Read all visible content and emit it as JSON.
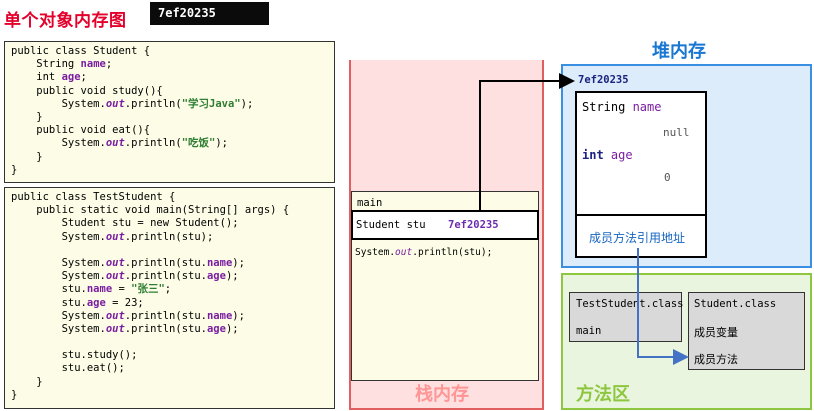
{
  "title": "单个对象内存图",
  "object_address": "7ef20235",
  "student_code": [
    [
      {
        "t": "public class Student {",
        "c": ""
      }
    ],
    [
      {
        "t": "    String ",
        "c": ""
      },
      {
        "t": "name",
        "c": "fld"
      },
      {
        "t": ";",
        "c": ""
      }
    ],
    [
      {
        "t": "    int ",
        "c": ""
      },
      {
        "t": "age",
        "c": "fld"
      },
      {
        "t": ";",
        "c": ""
      }
    ],
    [
      {
        "t": "    public void study(){",
        "c": ""
      }
    ],
    [
      {
        "t": "        System.",
        "c": ""
      },
      {
        "t": "out",
        "c": "it"
      },
      {
        "t": ".println(",
        "c": ""
      },
      {
        "t": "\"学习Java\"",
        "c": "str"
      },
      {
        "t": ");",
        "c": ""
      }
    ],
    [
      {
        "t": "    }",
        "c": ""
      }
    ],
    [
      {
        "t": "    public void eat(){",
        "c": ""
      }
    ],
    [
      {
        "t": "        System.",
        "c": ""
      },
      {
        "t": "out",
        "c": "it"
      },
      {
        "t": ".println(",
        "c": ""
      },
      {
        "t": "\"吃饭\"",
        "c": "str"
      },
      {
        "t": ");",
        "c": ""
      }
    ],
    [
      {
        "t": "    }",
        "c": ""
      }
    ],
    [
      {
        "t": "}",
        "c": ""
      }
    ]
  ],
  "test_code": [
    [
      {
        "t": "public class TestStudent {",
        "c": ""
      }
    ],
    [
      {
        "t": "    public static void main(String[] args) {",
        "c": ""
      }
    ],
    [
      {
        "t": "        Student stu = new Student();",
        "c": ""
      }
    ],
    [
      {
        "t": "        System.",
        "c": ""
      },
      {
        "t": "out",
        "c": "it"
      },
      {
        "t": ".println(stu);",
        "c": ""
      }
    ],
    [
      {
        "t": "",
        "c": ""
      }
    ],
    [
      {
        "t": "        System.",
        "c": ""
      },
      {
        "t": "out",
        "c": "it"
      },
      {
        "t": ".println(stu.",
        "c": ""
      },
      {
        "t": "name",
        "c": "fld"
      },
      {
        "t": ");",
        "c": ""
      }
    ],
    [
      {
        "t": "        System.",
        "c": ""
      },
      {
        "t": "out",
        "c": "it"
      },
      {
        "t": ".println(stu.",
        "c": ""
      },
      {
        "t": "age",
        "c": "fld"
      },
      {
        "t": ");",
        "c": ""
      }
    ],
    [
      {
        "t": "        stu.",
        "c": ""
      },
      {
        "t": "name",
        "c": "fld"
      },
      {
        "t": " = ",
        "c": ""
      },
      {
        "t": "\"张三\"",
        "c": "str"
      },
      {
        "t": ";",
        "c": ""
      }
    ],
    [
      {
        "t": "        stu.",
        "c": ""
      },
      {
        "t": "age",
        "c": "fld"
      },
      {
        "t": " = 23;",
        "c": ""
      }
    ],
    [
      {
        "t": "        System.",
        "c": ""
      },
      {
        "t": "out",
        "c": "it"
      },
      {
        "t": ".println(stu.",
        "c": ""
      },
      {
        "t": "name",
        "c": "fld"
      },
      {
        "t": ");",
        "c": ""
      }
    ],
    [
      {
        "t": "        System.",
        "c": ""
      },
      {
        "t": "out",
        "c": "it"
      },
      {
        "t": ".println(stu.",
        "c": ""
      },
      {
        "t": "age",
        "c": "fld"
      },
      {
        "t": ");",
        "c": ""
      }
    ],
    [
      {
        "t": "",
        "c": ""
      }
    ],
    [
      {
        "t": "        stu.study();",
        "c": ""
      }
    ],
    [
      {
        "t": "        stu.eat();",
        "c": ""
      }
    ],
    [
      {
        "t": "    }",
        "c": ""
      }
    ],
    [
      {
        "t": "}",
        "c": ""
      }
    ]
  ],
  "stack": {
    "label": "栈内存",
    "frame_name": "main",
    "var_decl": "Student stu",
    "var_value": "7ef20235",
    "print_prefix": "System.",
    "print_out": "out",
    "print_suffix": ".println(stu);"
  },
  "heap": {
    "label": "堆内存",
    "address": "7ef20235",
    "field1_type": "String ",
    "field1_name": "name",
    "field1_value": "null",
    "field2_type": "int ",
    "field2_name": "age",
    "field2_value": "0",
    "method_ref": "成员方法引用地址"
  },
  "method_area": {
    "label": "方法区",
    "class1_name": "TestStudent.class",
    "class1_method": "main",
    "class2_name": "Student.class",
    "class2_vars": "成员变量",
    "class2_methods": "成员方法"
  },
  "colors": {
    "arrow": "#4472c4",
    "stack_bg": "#ffe0e0",
    "heap_bg": "#ddecfb",
    "method_bg": "#eaf5df"
  }
}
